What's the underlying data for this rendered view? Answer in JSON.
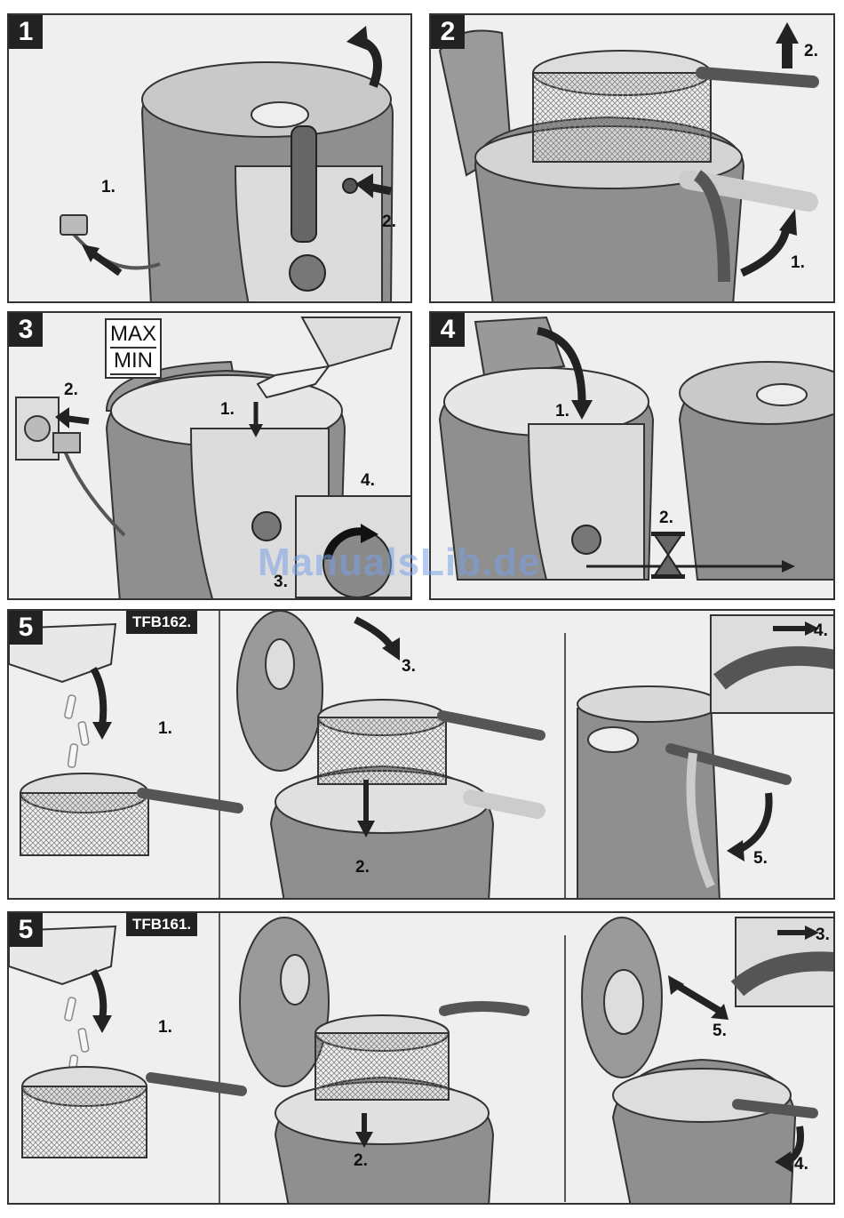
{
  "panels": {
    "p1": {
      "number": "1",
      "labels": [
        "1.",
        "2."
      ]
    },
    "p2": {
      "number": "2",
      "labels": [
        "2.",
        "1."
      ]
    },
    "p3": {
      "number": "3",
      "scale": [
        "MAX",
        "MIN"
      ],
      "labels": [
        "2.",
        "1.",
        "4.",
        "3."
      ]
    },
    "p4": {
      "number": "4",
      "labels": [
        "1.",
        "2."
      ]
    },
    "p5a": {
      "number": "5",
      "model": "TFB162.",
      "labels": [
        "1.",
        "3.",
        "2.",
        "4.",
        "5."
      ]
    },
    "p5b": {
      "number": "5",
      "model": "TFB161.",
      "labels": [
        "1.",
        "2.",
        "3.",
        "5.",
        "4."
      ]
    }
  },
  "watermark": "ManualsLib.de",
  "colors": {
    "panel_bg": "#efefef",
    "device": "#8a8a8a",
    "device_dark": "#5c5c5c",
    "watermark": "#7aa0e6"
  },
  "icons": [
    "fryer",
    "plug-icon",
    "arrow-icon",
    "hourglass-icon",
    "basket-icon",
    "oil-bottle-icon",
    "fries-icon",
    "socket-icon"
  ]
}
